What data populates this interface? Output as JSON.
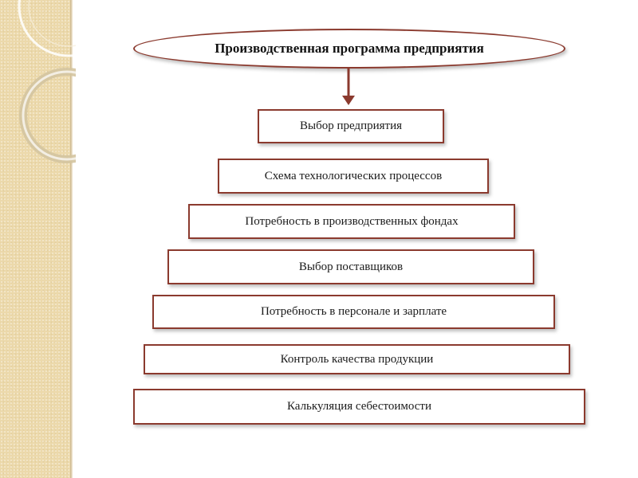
{
  "title": "Производственная программа предприятия",
  "steps": [
    "Выбор предприятия",
    "Схема технологических процессов",
    "Потребность в производственных фондах",
    "Выбор поставщиков",
    "Потребность в персонале и зарплате",
    "Контроль качества продукции",
    "Калькуляция себестоимости"
  ],
  "colors": {
    "border": "#8b3a2e",
    "side_panel": "#ecd9ab",
    "arrow": "#8b3a2e"
  }
}
